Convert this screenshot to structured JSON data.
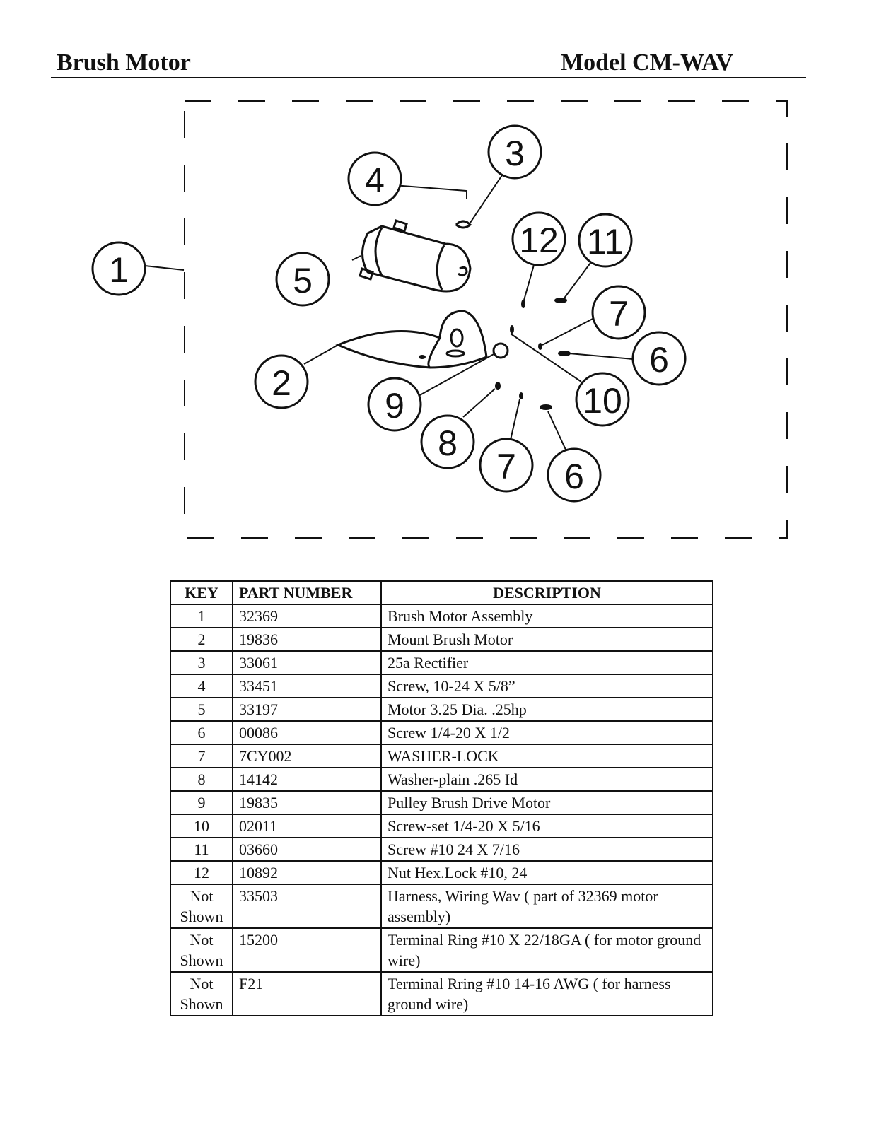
{
  "header": {
    "title": "Brush Motor",
    "model": "Model CM-WAV"
  },
  "diagram": {
    "callouts": [
      "1",
      "2",
      "3",
      "4",
      "5",
      "6",
      "7",
      "8",
      "9",
      "10",
      "11",
      "12",
      "7",
      "6"
    ]
  },
  "table": {
    "headers": [
      "KEY",
      "PART NUMBER",
      "DESCRIPTION"
    ],
    "rows": [
      {
        "key": "1",
        "part": "32369",
        "desc": "Brush Motor Assembly"
      },
      {
        "key": "2",
        "part": "19836",
        "desc": "Mount Brush Motor"
      },
      {
        "key": "3",
        "part": "33061",
        "desc": "25a Rectifier"
      },
      {
        "key": "4",
        "part": "33451",
        "desc": "Screw, 10-24 X 5/8”"
      },
      {
        "key": "5",
        "part": "33197",
        "desc": "Motor 3.25 Dia. .25hp"
      },
      {
        "key": "6",
        "part": "00086",
        "desc": "Screw 1/4-20 X 1/2"
      },
      {
        "key": "7",
        "part": "7CY002",
        "desc": "WASHER-LOCK"
      },
      {
        "key": "8",
        "part": "14142",
        "desc": "Washer-plain .265 Id"
      },
      {
        "key": "9",
        "part": "19835",
        "desc": "Pulley Brush Drive Motor"
      },
      {
        "key": "10",
        "part": "02011",
        "desc": "Screw-set 1/4-20 X 5/16"
      },
      {
        "key": "11",
        "part": "03660",
        "desc": "Screw #10 24 X 7/16"
      },
      {
        "key": "12",
        "part": "10892",
        "desc": "Nut Hex.Lock #10, 24"
      },
      {
        "key": "Not Shown",
        "part": "33503",
        "desc": "Harness, Wiring Wav ( part of 32369 motor assembly)"
      },
      {
        "key": "Not Shown",
        "part": "15200",
        "desc": "Terminal Ring #10 X 22/18GA ( for motor ground wire)"
      },
      {
        "key": "Not Shown",
        "part": "F21",
        "desc": "Terminal Rring #10 14-16 AWG ( for harness ground wire)"
      }
    ]
  }
}
